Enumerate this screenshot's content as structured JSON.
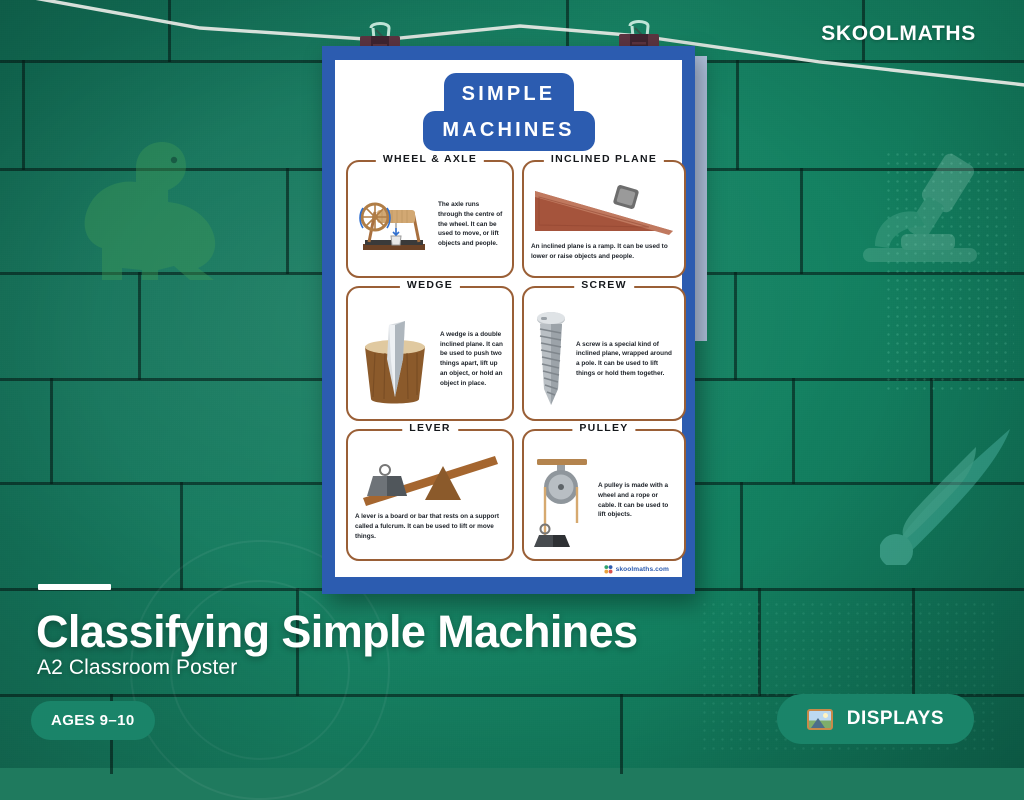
{
  "brand": {
    "name": "SKOOLMATHS"
  },
  "poster": {
    "title_line1": "SIMPLE",
    "title_line2": "MACHINES",
    "footer_text": "skoolmaths.com",
    "footer_logo_icon": "skoolmaths-logo-icon",
    "cards": [
      {
        "title": "WHEEL & AXLE",
        "text": "The axle runs through the centre of the wheel. It can be used to move, or lift objects and people.",
        "art_icon": "wheel-and-axle-icon"
      },
      {
        "title": "INCLINED PLANE",
        "text": "An inclined plane is a ramp. It can be used to lower or raise objects and people.",
        "art_icon": "inclined-plane-icon"
      },
      {
        "title": "WEDGE",
        "text": "A wedge is a double inclined plane. It can be used to push two things apart, lift up an object, or hold an object in place.",
        "art_icon": "wedge-icon"
      },
      {
        "title": "SCREW",
        "text": "A screw is a special kind of inclined plane, wrapped around a pole. It can be used to lift things or hold them together.",
        "art_icon": "screw-icon"
      },
      {
        "title": "LEVER",
        "text": "A lever is a board or bar that rests on a support called a fulcrum. It can be used to lift or move things.",
        "art_icon": "lever-icon"
      },
      {
        "title": "PULLEY",
        "text": "A pulley is made with a wheel and a rope or cable. It can be used to lift objects.",
        "art_icon": "pulley-icon"
      }
    ]
  },
  "bottom": {
    "headline": "Classifying Simple Machines",
    "subhead": "A2 Classroom Poster",
    "ages_badge": "AGES 9–10",
    "displays_label": "DISPLAYS",
    "displays_icon": "framed-picture-icon"
  },
  "colors": {
    "wall_green": "#13745a",
    "poster_blue": "#2c5cb0",
    "backsheet_blue": "#b2c4e0",
    "badge_green": "#1a8469",
    "card_border_brown": "#9a5f36",
    "clip_maroon": "#5c3440"
  },
  "decor": {
    "dino_icon": "dinosaur-icon",
    "microscope_icon": "microscope-icon",
    "comet_icon": "comet-icon",
    "clip_left_icon": "binder-clip-icon",
    "clip_right_icon": "binder-clip-icon",
    "string_icon": "hanging-string-icon"
  }
}
